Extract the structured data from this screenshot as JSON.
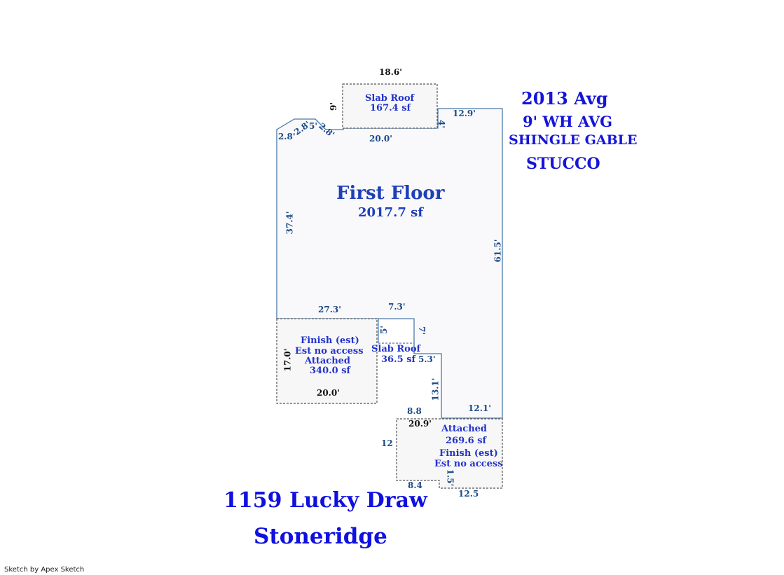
{
  "header": {
    "year": "2013 Avg",
    "wall_height": "9' WH AVG",
    "roof": "SHINGLE GABLE",
    "exterior": "STUCCO"
  },
  "areas": {
    "first_floor": {
      "name": "First Floor",
      "size": "2017.7 sf"
    },
    "slab_roof_top": {
      "name": "Slab Roof",
      "size": "167.4 sf"
    },
    "slab_roof_small": {
      "name": "Slab Roof",
      "size": "36.5 sf"
    },
    "finish_left": {
      "line1": "Finish (est)",
      "line2": "Est no access",
      "line3": "Attached",
      "size": "340.0 sf"
    },
    "attached_bottom": {
      "line1": "Attached",
      "size": "269.6 sf",
      "line2": "Finish (est)",
      "line3": "Est no access"
    }
  },
  "dimensions": {
    "top_width": "18.6'",
    "top_height": "9'",
    "right_top": "12.9'",
    "notch_4": "4'",
    "top_inner": "20.0'",
    "seg_a": "2.8'",
    "seg_b": "2.8'",
    "seg_c": "5'",
    "seg_d": "2.8'",
    "left_side": "37.4'",
    "right_side": "61.5'",
    "mid_left": "27.3'",
    "mid_right": "7.3'",
    "small_5": "5'",
    "small_7": "7'",
    "step_53": "5.3'",
    "finish_height": "17.0'",
    "finish_width": "20.0'",
    "drop_131": "13.1'",
    "bottom_121": "12.1'",
    "bottom_88": "8.8",
    "bottom_209": "20.9'",
    "bottom_12": "12",
    "bottom_84": "8.4",
    "bottom_15": "1.5'",
    "bottom_125": "12.5"
  },
  "address": {
    "street": "1159 Lucky Draw",
    "subdivision": "Stoneridge"
  },
  "credit": "Sketch by Apex Sketch"
}
